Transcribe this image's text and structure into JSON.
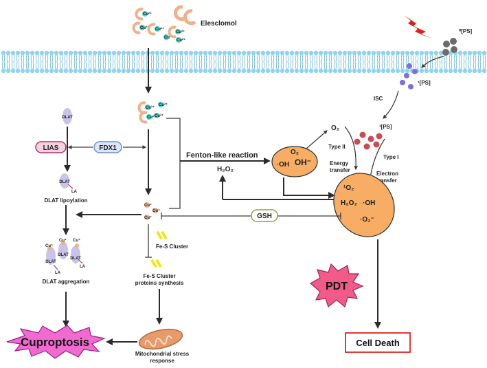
{
  "labels": {
    "elesclomol": "Elesclomol",
    "ps0": "⁰[PS]",
    "ps1": "¹[PS]",
    "isc": "ISC",
    "ps3": "³[PS]",
    "type_ii": "Type II",
    "type_i": "Type I",
    "energy_transfer_1": "Energy",
    "energy_transfer_2": "transfer",
    "electron_transfer_1": "Electron",
    "electron_transfer_2": "transfer",
    "o2": "O₂",
    "fenton": "Fenton-like reaction",
    "h2o2": "H₂O₂",
    "fenton_o2": "O₂",
    "fenton_oh": "·OH",
    "fenton_ohm": "OH⁻",
    "ros_1o2": "¹O₂",
    "ros_h2o2": "H₂O₂",
    "ros_oh": "·OH",
    "ros_o2m": "·O₂⁻",
    "gsh": "GSH",
    "dlat": "DLAT",
    "lias": "LIAS",
    "fdx1": "FDX1",
    "la": "LA",
    "dlat_lipoylation": "DLAT lipoylation",
    "dlat_aggregation": "DLAT aggregation",
    "fes_cluster": "Fe-S Cluster",
    "fes_synthesis_1": "Fe-S Cluster",
    "fes_synthesis_2": "proteins synthesis",
    "mito_1": "Mitochondrial stress",
    "mito_2": "response",
    "cuproptosis": "Cuproptosis",
    "pdt": "PDT",
    "cell_death": "Cell Death",
    "cu2": "Cu²⁺",
    "cup": "Cu⁺"
  },
  "colors": {
    "membrane_head": "#8fd3ee",
    "membrane_tail": "#5fb4d6",
    "orange_ellipse": "#f7ad64",
    "cuproptosis_burst": "#f06ad0",
    "pdt_burst": "#f25a8a",
    "cell_death_border": "#e02020",
    "lias_border": "#b5306c",
    "fdx1_border": "#6c8fd0",
    "gsh_border": "#8ba640",
    "ps0": "#6b6b6b",
    "ps1": "#7c6fe0",
    "ps3": "#d0494f",
    "fes_yellow": "#f2e516",
    "lightning": "#e41e1e",
    "cu_ion": "#3fd2c7",
    "elesclomol_shell": "#f2b08a"
  }
}
